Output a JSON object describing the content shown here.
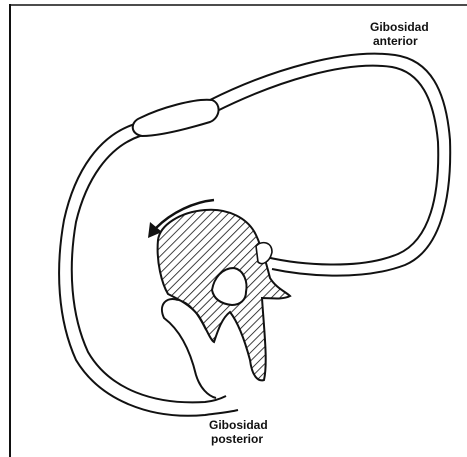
{
  "diagram": {
    "labels": {
      "anterior": {
        "line1": "Gibosidad",
        "line2": "anterior"
      },
      "posterior": {
        "line1": "Gibosidad",
        "line2": "posterior"
      }
    },
    "colors": {
      "stroke": "#111111",
      "background": "#ffffff",
      "hatch": "#111111"
    }
  }
}
